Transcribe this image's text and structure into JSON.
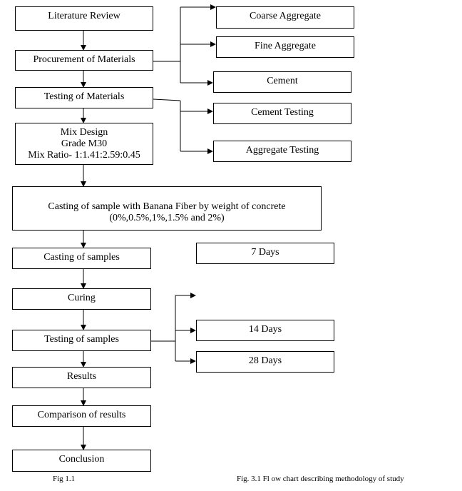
{
  "boxes": {
    "literature_review": "Literature Review",
    "procurement": "Procurement of Materials",
    "testing_materials": "Testing of Materials",
    "mix_design_line1": "Mix Design",
    "mix_design_line2": "Grade M30",
    "mix_design_line3": "Mix Ratio- 1:1.41:2.59:0.45",
    "casting_banana_line1": "Casting of sample with Banana Fiber by weight of concrete",
    "casting_banana_line2": "(0%,0.5%,1%,1.5% and 2%)",
    "casting_samples": "Casting of samples",
    "curing": "Curing",
    "testing_samples": "Testing of samples",
    "results": "Results",
    "comparison": "Comparison of results",
    "conclusion": "Conclusion",
    "coarse_aggregate": "Coarse Aggregate",
    "fine_aggregate": "Fine Aggregate",
    "cement": "Cement",
    "cement_testing": "Cement Testing",
    "aggregate_testing": "Aggregate Testing",
    "days_7": "7 Days",
    "days_14": "14 Days",
    "days_28": "28 Days"
  },
  "captions": {
    "fig_left": "Fig 1.1",
    "fig_right": "Fig. 3.1 Fl ow chart describing methodology of study"
  }
}
